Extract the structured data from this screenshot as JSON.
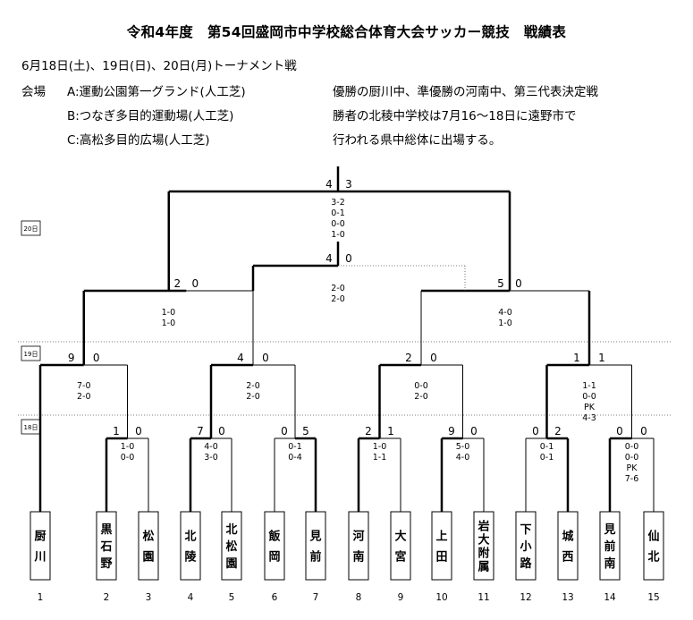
{
  "title": "令和4年度　第54回盛岡市中学校総合体育大会サッカー競技　戦績表",
  "schedule": "6月18日(土)、19日(日)、20日(月)トーナメント戦",
  "venue_label": "会場",
  "venues": [
    "A:運動公園第一グランド(人工芝)",
    "B:つなぎ多目的運動場(人工芝)",
    "C:高松多目的広場(人工芝)"
  ],
  "note_lines": [
    "優勝の厨川中、準優勝の河南中、第三代表決定戦",
    "勝者の北稜中学校は7月16～18日に遠野市で",
    "行われる県中総体に出場する。"
  ],
  "day_labels": {
    "d20": "20日",
    "d19": "19日",
    "d18": "18日"
  },
  "teams": [
    {
      "seed": "1",
      "name": "厨川"
    },
    {
      "seed": "2",
      "name": "黒石野"
    },
    {
      "seed": "3",
      "name": "松園"
    },
    {
      "seed": "4",
      "name": "北陵"
    },
    {
      "seed": "5",
      "name": "北松園"
    },
    {
      "seed": "6",
      "name": "飯岡"
    },
    {
      "seed": "7",
      "name": "見前"
    },
    {
      "seed": "8",
      "name": "河南"
    },
    {
      "seed": "9",
      "name": "大宮"
    },
    {
      "seed": "10",
      "name": "上田"
    },
    {
      "seed": "11",
      "name": "岩大附属"
    },
    {
      "seed": "12",
      "name": "下小路"
    },
    {
      "seed": "13",
      "name": "城西"
    },
    {
      "seed": "14",
      "name": "見前南"
    },
    {
      "seed": "15",
      "name": "仙北"
    }
  ],
  "matches": [
    {
      "id": "r1_2v3",
      "left": "1",
      "right": "0",
      "detail": [
        "1-0",
        "0-0"
      ]
    },
    {
      "id": "r1_4v5",
      "left": "7",
      "right": "0",
      "detail": [
        "4-0",
        "3-0"
      ]
    },
    {
      "id": "r1_6v7",
      "left": "0",
      "right": "5",
      "detail": [
        "0-1",
        "0-4"
      ]
    },
    {
      "id": "r1_8v9",
      "left": "2",
      "right": "1",
      "detail": [
        "1-0",
        "1-1"
      ]
    },
    {
      "id": "r1_10v11",
      "left": "9",
      "right": "0",
      "detail": [
        "5-0",
        "4-0"
      ]
    },
    {
      "id": "r1_12v13",
      "left": "0",
      "right": "2",
      "detail": [
        "0-1",
        "0-1"
      ]
    },
    {
      "id": "r1_14v15",
      "left": "0",
      "right": "0",
      "detail": [
        "0-0",
        "0-0",
        "PK",
        "7-6"
      ]
    },
    {
      "id": "qf_1",
      "left": "9",
      "right": "0",
      "detail": [
        "7-0",
        "2-0"
      ]
    },
    {
      "id": "qf_2",
      "left": "4",
      "right": "0",
      "detail": [
        "2-0",
        "2-0"
      ]
    },
    {
      "id": "qf_3",
      "left": "2",
      "right": "0",
      "detail": [
        "0-0",
        "2-0"
      ]
    },
    {
      "id": "qf_4",
      "left": "1",
      "right": "1",
      "detail": [
        "1-1",
        "0-0",
        "PK",
        "4-3"
      ]
    },
    {
      "id": "sf_1",
      "left": "2",
      "right": "0",
      "detail": [
        "1-0",
        "1-0"
      ]
    },
    {
      "id": "sf_2",
      "left": "5",
      "right": "0",
      "detail": [
        "4-0",
        "1-0"
      ]
    },
    {
      "id": "third",
      "left": "4",
      "right": "0",
      "detail": [
        "2-0",
        "2-0"
      ]
    },
    {
      "id": "final",
      "left": "4",
      "right": "3",
      "detail": [
        "3-2",
        "0-1",
        "0-0",
        "1-0"
      ]
    }
  ]
}
